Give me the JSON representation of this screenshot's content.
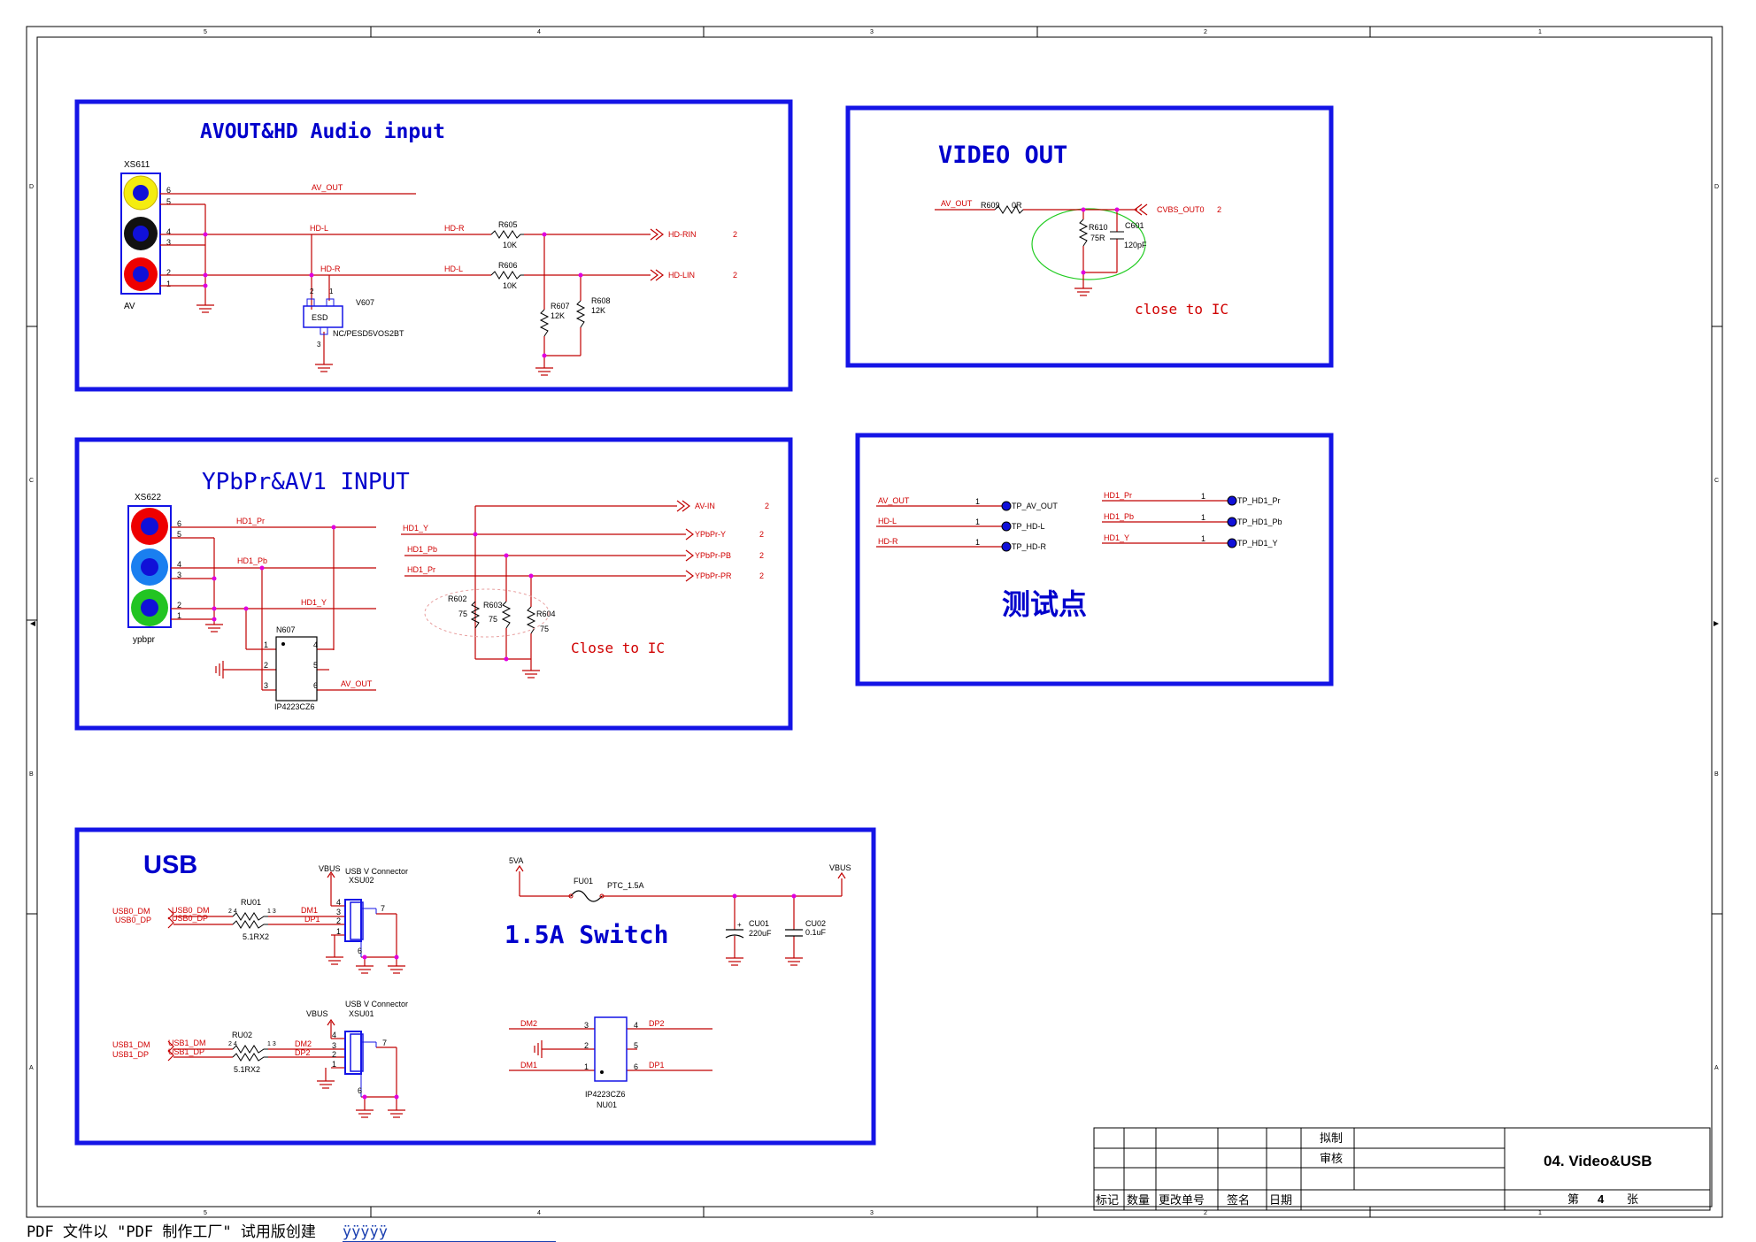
{
  "frame": {
    "col_labels": [
      "5",
      "4",
      "3",
      "2",
      "1"
    ],
    "row_labels": [
      "D",
      "C",
      "B",
      "A"
    ]
  },
  "colors": {
    "box": "#1414e6",
    "wire": "#c00000",
    "junction": "#e000e0",
    "text_red": "#d00000",
    "text_blue": "#0000cc"
  },
  "avout": {
    "title": "AVOUT&HD Audio input",
    "connector_ref": "XS611",
    "connector_name": "AV",
    "pins": [
      "6",
      "5",
      "4",
      "3",
      "2",
      "1"
    ],
    "net_av_out": "AV_OUT",
    "net_hd_l": "HD-L",
    "net_hd_r": "HD-R",
    "net_hd_r2": "HD-R",
    "net_hd_l2": "HD-L",
    "r605": "R605",
    "r605_val": "10K",
    "r606": "R606",
    "r606_val": "10K",
    "r607": "R607",
    "r607_val": "12K",
    "r608": "R608",
    "r608_val": "12K",
    "out_rin": "HD-RIN",
    "out_lin": "HD-LIN",
    "page_ref": "2",
    "esd_ref": "V607",
    "esd_label": "ESD",
    "esd_part": "NC/PESD5VOS2BT",
    "esd_pins": [
      "2",
      "1",
      "3"
    ]
  },
  "video": {
    "title": "VIDEO OUT",
    "net_in": "AV_OUT",
    "r609": "R609",
    "r609_val": "0R",
    "out_net": "CVBS_OUT0",
    "page_ref": "2",
    "r610": "R610",
    "r610_val": "75R",
    "c601": "C601",
    "c601_val": "120pF",
    "note": "close to IC"
  },
  "ypbpr": {
    "title": "YPbPr&AV1 INPUT",
    "connector_ref": "XS622",
    "connector_name": "ypbpr",
    "pins": [
      "6",
      "5",
      "4",
      "3",
      "2",
      "1"
    ],
    "net_pr": "HD1_Pr",
    "net_pb": "HD1_Pb",
    "net_y": "HD1_Y",
    "bus_y": "HD1_Y",
    "bus_pb": "HD1_Pb",
    "bus_pr": "HD1_Pr",
    "out_avin": "AV-IN",
    "out_y": "YPbPr-Y",
    "out_pb": "YPbPr-PB",
    "out_pr": "YPbPr-PR",
    "page_ref": "2",
    "r602": "R602",
    "r602_val": "75",
    "r603": "R603",
    "r603_val": "75",
    "r604": "R604",
    "r604_val": "75",
    "note": "Close to  IC",
    "ic_ref": "N607",
    "ic_part": "IP4223CZ6",
    "ic_pins": [
      "1",
      "2",
      "3",
      "4",
      "5",
      "6"
    ],
    "net_av_out": "AV_OUT"
  },
  "testpoints": {
    "title": "测试点",
    "left": [
      {
        "net": "AV_OUT",
        "pin": "1",
        "tp": "TP_AV_OUT"
      },
      {
        "net": "HD-L",
        "pin": "1",
        "tp": "TP_HD-L"
      },
      {
        "net": "HD-R",
        "pin": "1",
        "tp": "TP_HD-R"
      }
    ],
    "right": [
      {
        "net": "HD1_Pr",
        "pin": "1",
        "tp": "TP_HD1_Pr"
      },
      {
        "net": "HD1_Pb",
        "pin": "1",
        "tp": "TP_HD1_Pb"
      },
      {
        "net": "HD1_Y",
        "pin": "1",
        "tp": "TP_HD1_Y"
      }
    ]
  },
  "usb": {
    "title": "USB",
    "switch_title": "1.5A Switch",
    "usb0": {
      "dm": "USB0_DM",
      "dp": "USB0_DP",
      "dm2": "USB0_DM",
      "dp2": "USB0_DP",
      "ru": "RU01",
      "ru_val": "5.1RX2",
      "net_a": "DM1",
      "net_b": "DP1",
      "vbus": "VBUS",
      "conn_title": "USB V Connector",
      "conn_ref": "XSU02",
      "conn_pins": [
        "4",
        "3",
        "2",
        "1"
      ],
      "pin7": "7",
      "pin6": "6",
      "ru_pins_l": "2 4",
      "ru_pins_r": "1 3"
    },
    "usb1": {
      "dm": "USB1_DM",
      "dp": "USB1_DP",
      "dm2": "USB1_DM",
      "dp2": "USB1_DP",
      "ru": "RU02",
      "ru_val": "5.1RX2",
      "net_a": "DM2",
      "net_b": "DP2",
      "vbus": "VBUS",
      "conn_title": "USB V Connector",
      "conn_ref": "XSU01",
      "conn_pins": [
        "4",
        "3",
        "2",
        "1"
      ],
      "pin7": "7",
      "pin6": "6",
      "ru_pins_l": "2 4",
      "ru_pins_r": "1 3"
    },
    "fuse": {
      "in": "5VA",
      "ref": "FU01",
      "part": "PTC_1.5A",
      "out": "VBUS"
    },
    "cu01": {
      "ref": "CU01",
      "val": "220uF"
    },
    "cu02": {
      "ref": "CU02",
      "val": "0.1uF"
    },
    "nu01": {
      "part": "IP4223CZ6",
      "ref": "NU01",
      "dm2": "DM2",
      "dm1": "DM1",
      "dp2": "DP2",
      "dp1": "DP1",
      "pins": [
        "3",
        "2",
        "1",
        "4",
        "5",
        "6"
      ]
    }
  },
  "title_block": {
    "draft": "拟制",
    "review": "审核",
    "headers": [
      "标记",
      "数量",
      "更改单号",
      "签名",
      "日期"
    ],
    "sheet_title": "04. Video&USB",
    "sheet_prefix": "第",
    "sheet_no": "4",
    "sheet_suffix": "张"
  },
  "footer": {
    "text": "PDF 文件以 \"PDF 制作工厂\" 试用版创建",
    "link": "ÿÿÿÿÿ"
  }
}
